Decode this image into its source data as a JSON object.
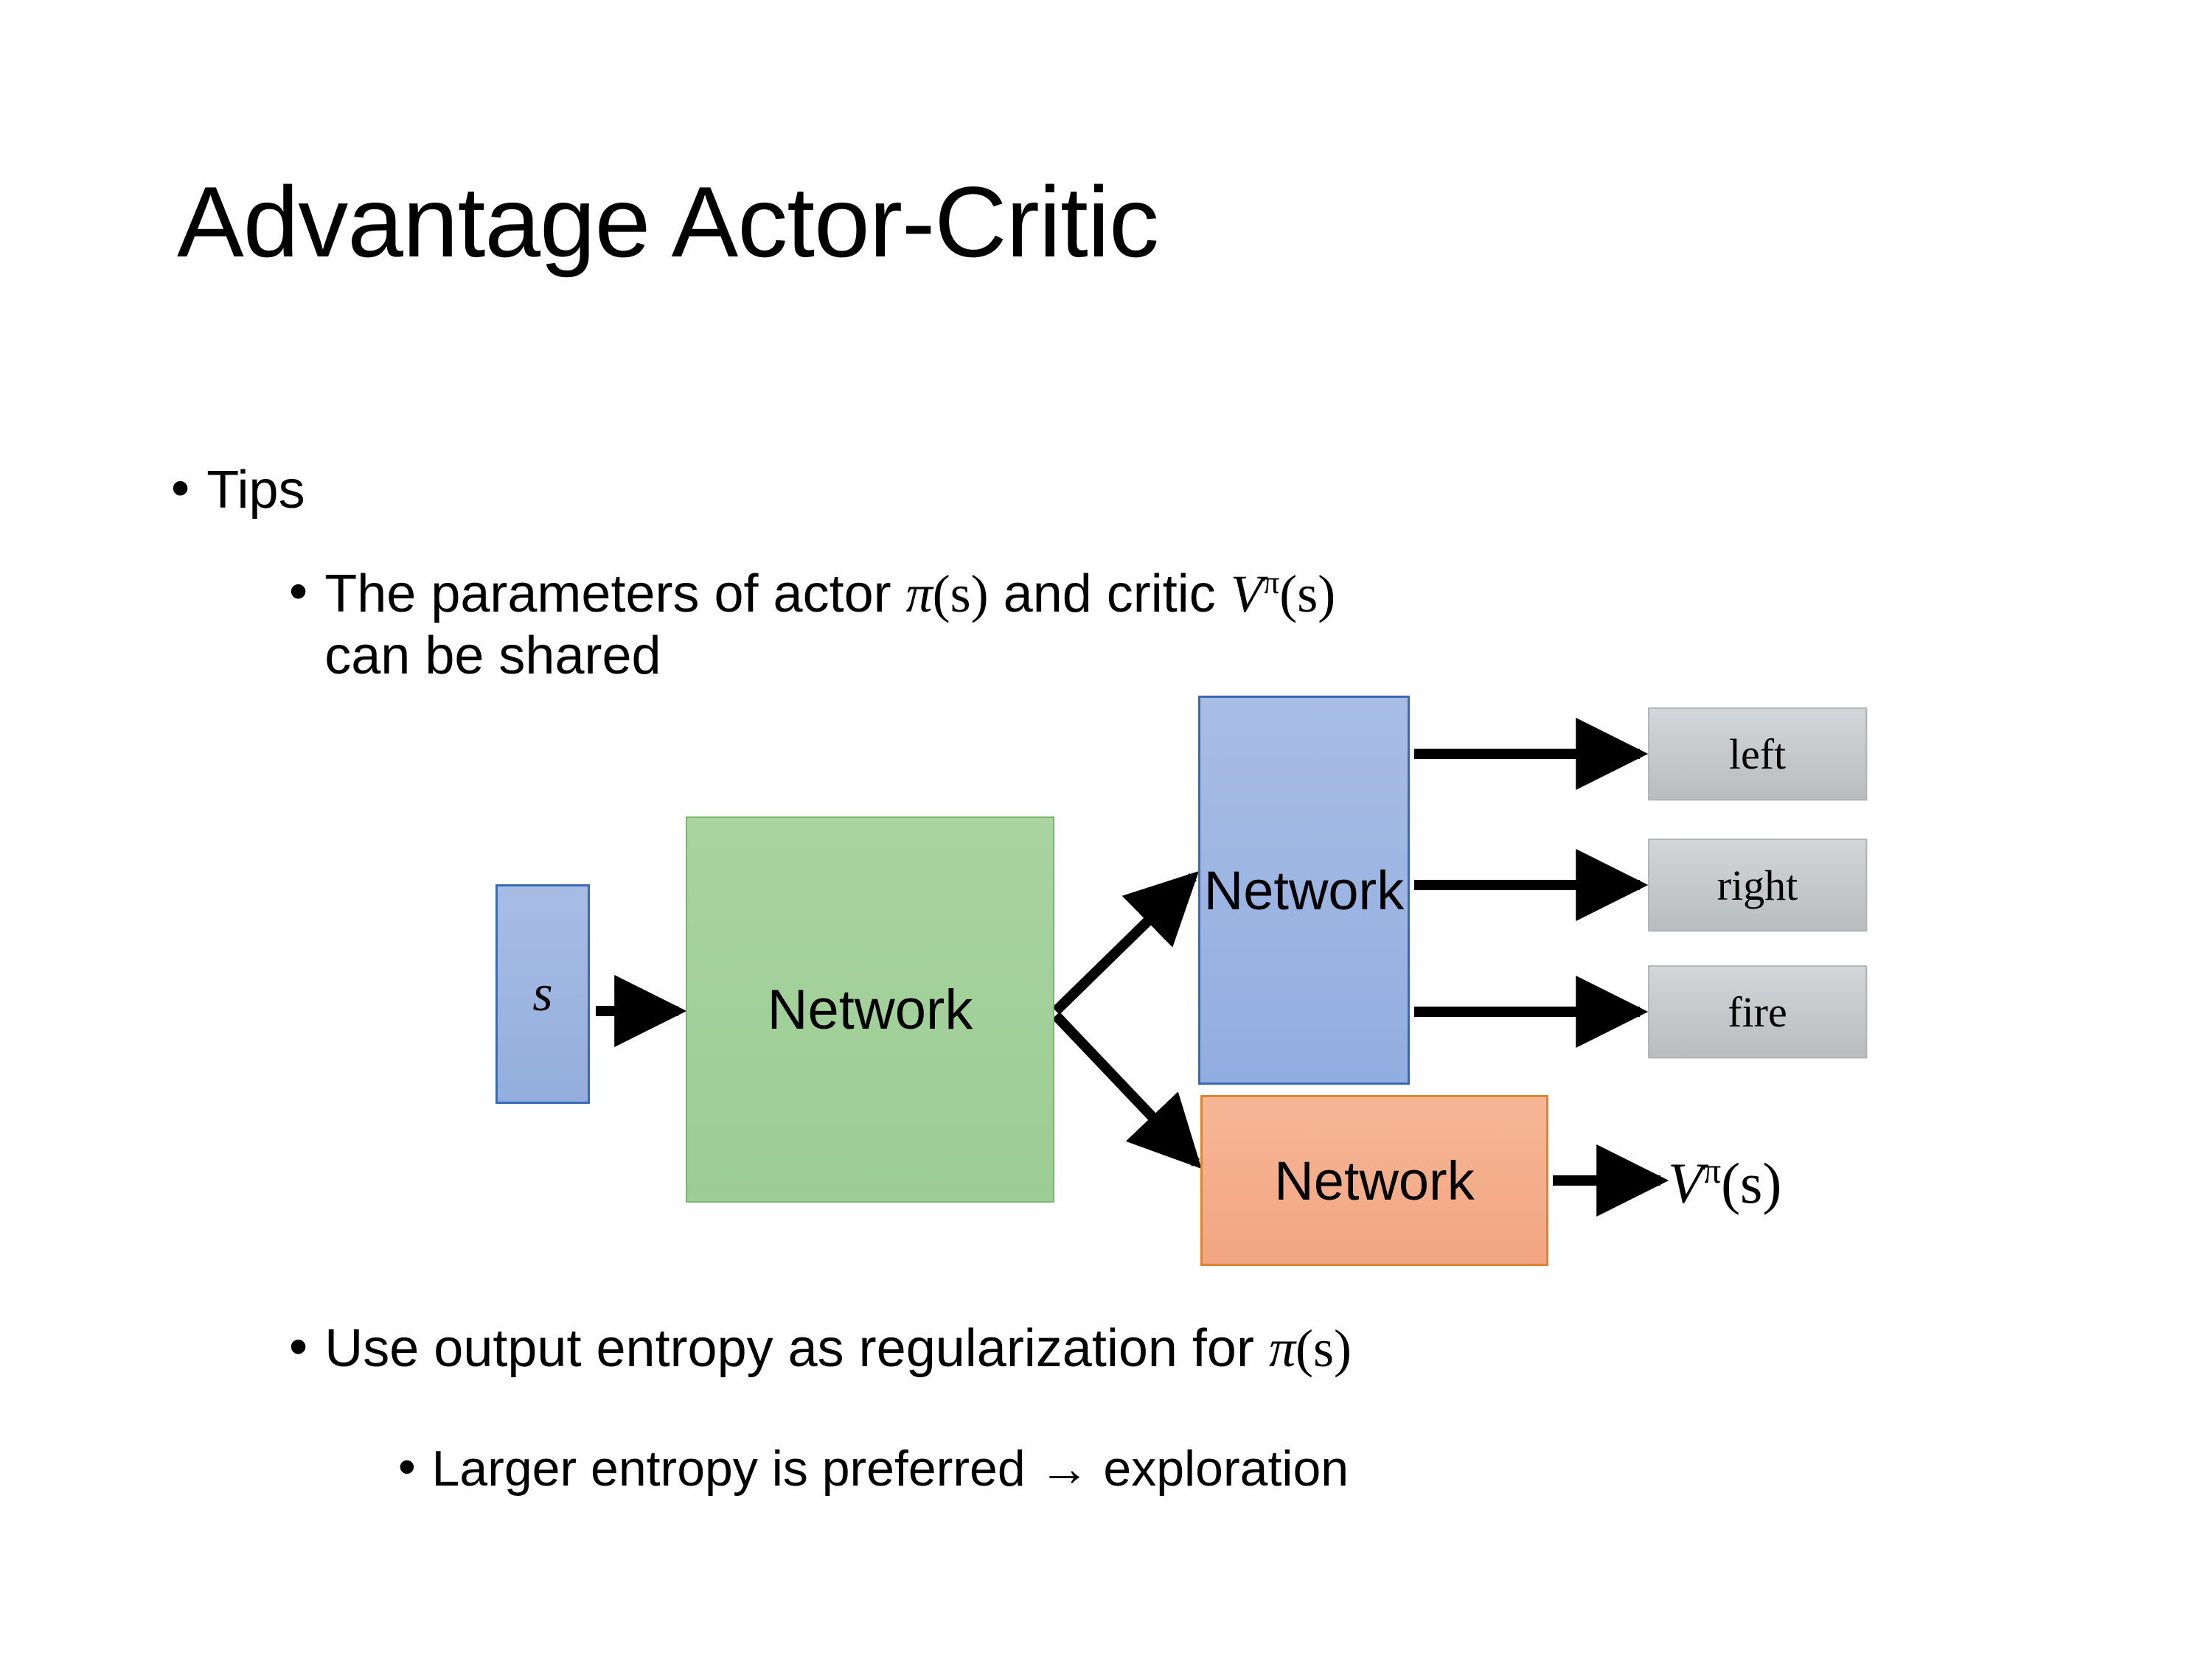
{
  "slide": {
    "title": "Advantage Actor-Critic",
    "bullets": {
      "tips": "Tips",
      "shared_pre": "The parameters of actor ",
      "shared_pi": "π",
      "shared_pi_arg": "(s)",
      "shared_mid": "  and critic ",
      "shared_v": "V",
      "shared_v_sup": "π",
      "shared_v_arg": "(s)",
      "shared_line2": "can be shared",
      "entropy_pre": "Use output entropy as regularization for ",
      "entropy_pi": "π",
      "entropy_pi_arg": "(s)",
      "larger": "Larger entropy is preferred → exploration"
    },
    "bullet_marker": "•"
  },
  "diagram": {
    "state_box": {
      "label": "s",
      "fill": "#9cb4e0",
      "border": "#3a69b5"
    },
    "shared_network": {
      "label": "Network",
      "fill": "#a3d09a",
      "border": "#7bb472"
    },
    "actor_network": {
      "label": "Network",
      "fill": "#9cb4e0",
      "border": "#3a69b5"
    },
    "critic_network": {
      "label": "Network",
      "fill": "#f4ab88",
      "border": "#e08434"
    },
    "actions": [
      {
        "label": "left"
      },
      {
        "label": "right"
      },
      {
        "label": "fire"
      }
    ],
    "value_output": {
      "symbol": "V",
      "superscript": "π",
      "argument": "(s)"
    },
    "arrow_color": "#000000"
  }
}
